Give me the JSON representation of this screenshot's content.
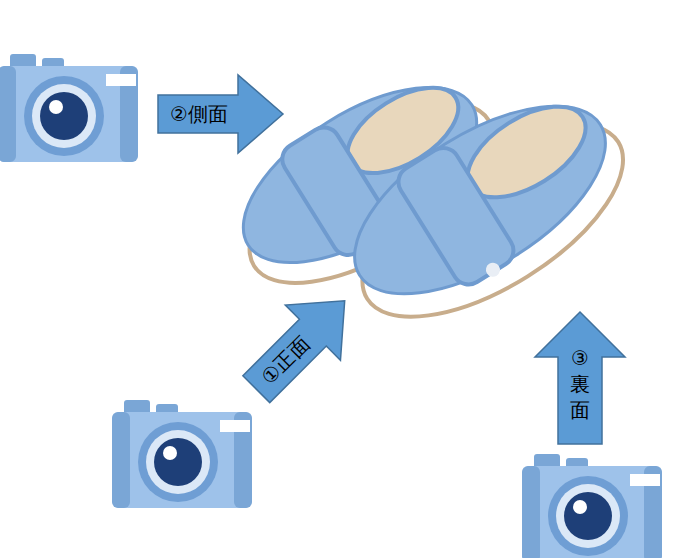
{
  "diagram": {
    "nodes": [
      {
        "text": [
          "②側面"
        ]
      },
      {
        "text": [
          "①正面"
        ]
      },
      {
        "text": [
          "③ 裏 面"
        ]
      }
    ]
  }
}
